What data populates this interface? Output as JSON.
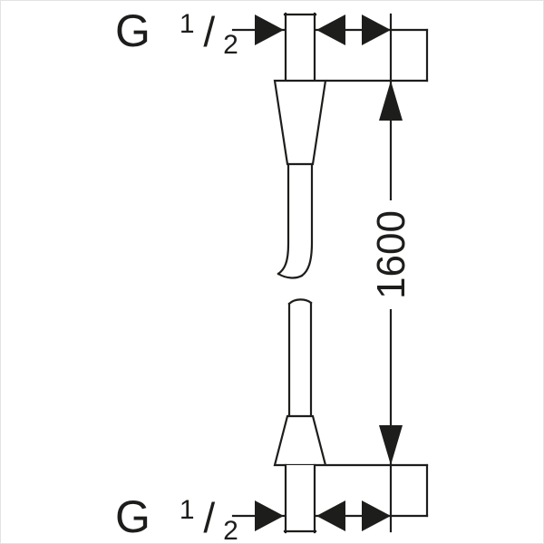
{
  "colors": {
    "ink": "#1d1d1b",
    "background": "#ffffff",
    "frame": "#e3e3e3"
  },
  "thread_label_top": {
    "letter": "G",
    "numerator": "1",
    "slash": "/",
    "denominator": "2"
  },
  "thread_label_bottom": {
    "letter": "G",
    "numerator": "1",
    "slash": "/",
    "denominator": "2"
  },
  "dimensions": {
    "length": {
      "value": "1600"
    },
    "thread_size_top": "G 1/2",
    "thread_size_bottom": "G 1/2"
  }
}
